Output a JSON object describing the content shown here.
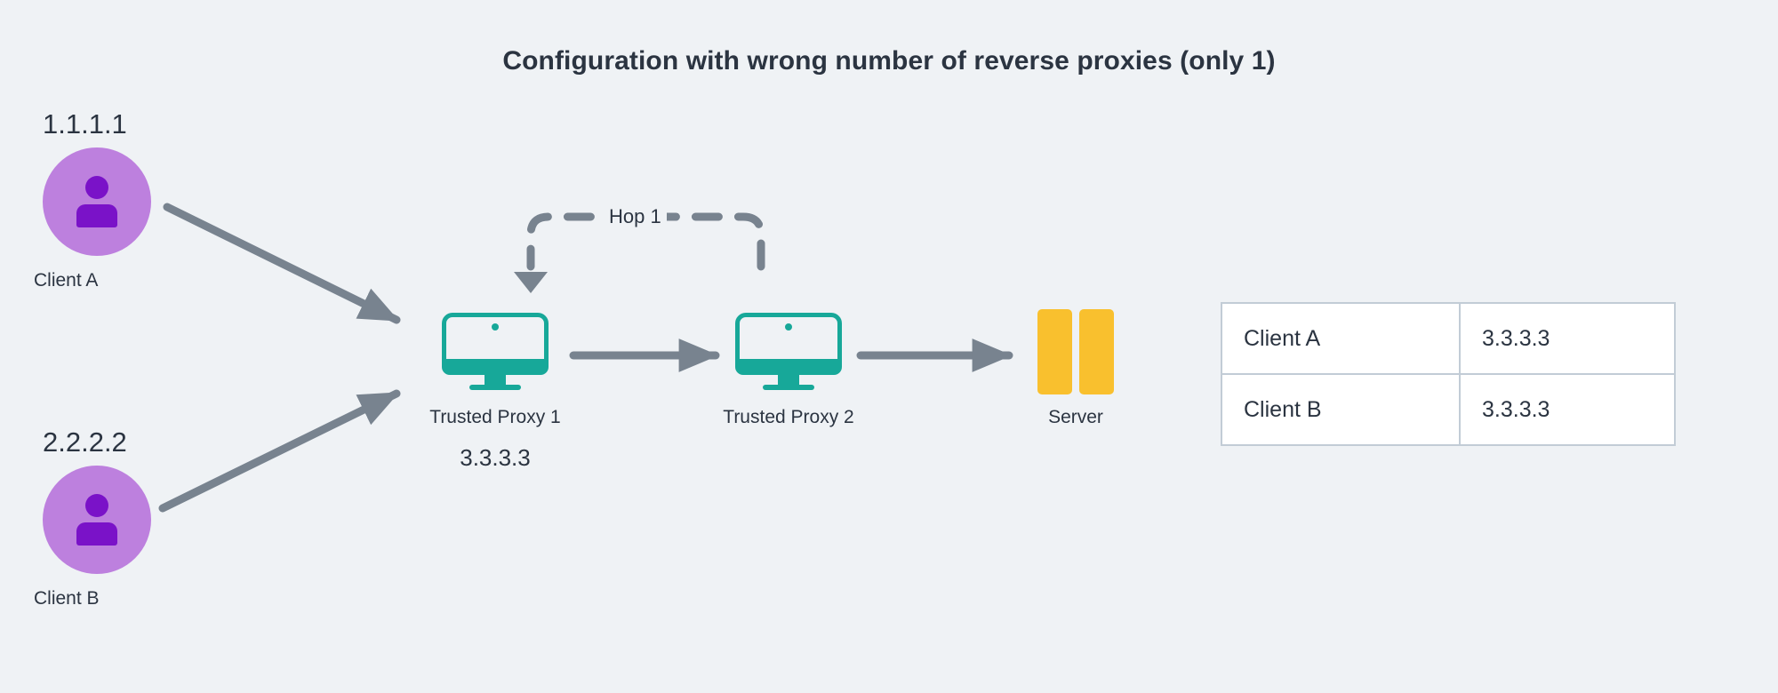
{
  "diagram": {
    "title": "Configuration with wrong number of reverse proxies (only 1)",
    "background_color": "#eff2f5",
    "text_color": "#2b3441",
    "arrow_color": "#78838f"
  },
  "clients": [
    {
      "ip": "1.1.1.1",
      "name": "Client A",
      "circle_color": "#bd80de",
      "icon_color": "#7a12c8",
      "icon": "person-icon"
    },
    {
      "ip": "2.2.2.2",
      "name": "Client B",
      "circle_color": "#bd80de",
      "icon_color": "#7a12c8",
      "icon": "person-icon"
    }
  ],
  "proxies": [
    {
      "name": "Trusted Proxy 1",
      "ip": "3.3.3.3",
      "icon": "monitor-icon",
      "color": "#17a899"
    },
    {
      "name": "Trusted Proxy 2",
      "ip": "",
      "icon": "monitor-icon",
      "color": "#17a899"
    }
  ],
  "server": {
    "name": "Server",
    "icon": "server-rack-icon",
    "color": "#f9c02e"
  },
  "hop": {
    "label": "Hop 1",
    "style": "dashed",
    "color": "#78838f"
  },
  "table": {
    "rows": [
      {
        "client": "Client A",
        "ip": "3.3.3.3"
      },
      {
        "client": "Client B",
        "ip": "3.3.3.3"
      }
    ],
    "border_color": "#c2ccd6",
    "cell_background": "#ffffff"
  }
}
